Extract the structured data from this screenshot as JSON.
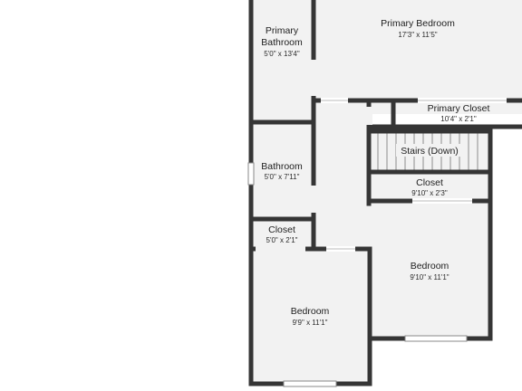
{
  "floorplan": {
    "rooms": [
      {
        "id": "primary-bathroom",
        "name_lines": [
          "Primary",
          "Bathroom"
        ],
        "dimensions": "5'0\" x 13'4\""
      },
      {
        "id": "primary-bedroom",
        "name_lines": [
          "Primary Bedroom"
        ],
        "dimensions": "17'3\" x 11'5\""
      },
      {
        "id": "primary-closet",
        "name_lines": [
          "Primary Closet"
        ],
        "dimensions": "10'4\" x 2'1\""
      },
      {
        "id": "bathroom",
        "name_lines": [
          "Bathroom"
        ],
        "dimensions": "5'0\" x 7'11\""
      },
      {
        "id": "stairs",
        "name_lines": [
          "Stairs (Down)"
        ],
        "dimensions": ""
      },
      {
        "id": "closet-right",
        "name_lines": [
          "Closet"
        ],
        "dimensions": "9'10\" x 2'3\""
      },
      {
        "id": "closet-left",
        "name_lines": [
          "Closet"
        ],
        "dimensions": "5'0\" x 2'1\""
      },
      {
        "id": "bedroom-right",
        "name_lines": [
          "Bedroom"
        ],
        "dimensions": "9'10\" x 11'1\""
      },
      {
        "id": "bedroom-left",
        "name_lines": [
          "Bedroom"
        ],
        "dimensions": "9'9\" x 11'1\""
      }
    ],
    "colors": {
      "wall": "#353535",
      "floor": "#f2f2f2",
      "background": "#ffffff",
      "window": "#ffffff",
      "stair_line": "#8c8c8c"
    }
  }
}
